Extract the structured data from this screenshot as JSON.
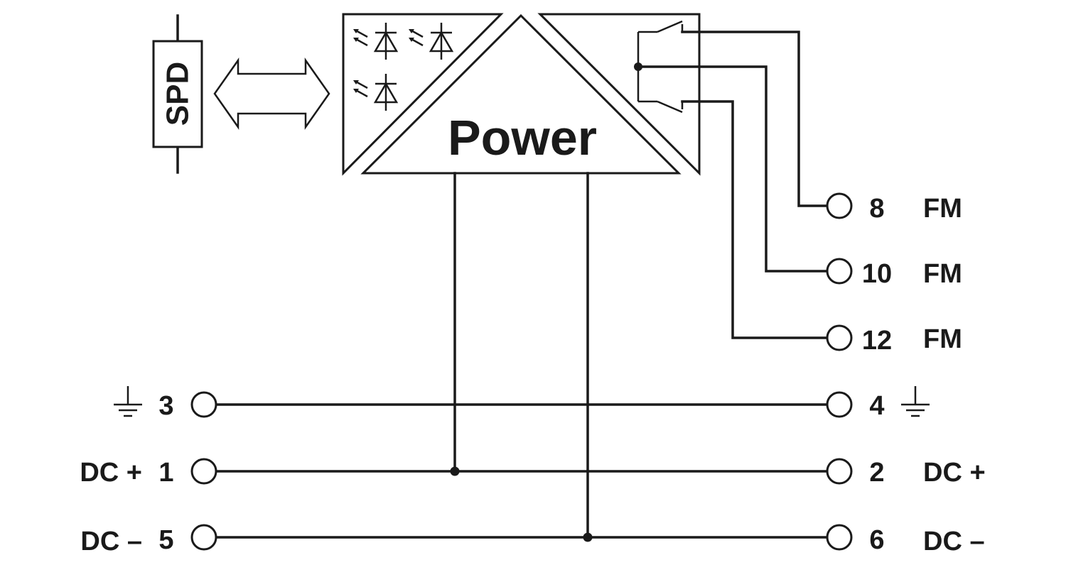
{
  "spd": {
    "label": "SPD"
  },
  "power": {
    "label": "Power"
  },
  "left_terminals": [
    {
      "prefix": "",
      "number": "3"
    },
    {
      "prefix": "DC +",
      "number": "1"
    },
    {
      "prefix": "DC –",
      "number": "5"
    }
  ],
  "right_terminals": [
    {
      "number": "4",
      "suffix": ""
    },
    {
      "number": "2",
      "suffix": "DC +"
    },
    {
      "number": "6",
      "suffix": "DC –"
    }
  ],
  "relay_terminals": [
    {
      "number": "8",
      "label": "FM"
    },
    {
      "number": "10",
      "label": "FM"
    },
    {
      "number": "12",
      "label": "FM"
    }
  ],
  "icons": {
    "ground": "ground-icon",
    "led": "led-diode-icon",
    "relay": "relay-contact-icon",
    "arrow": "double-arrow-icon"
  }
}
